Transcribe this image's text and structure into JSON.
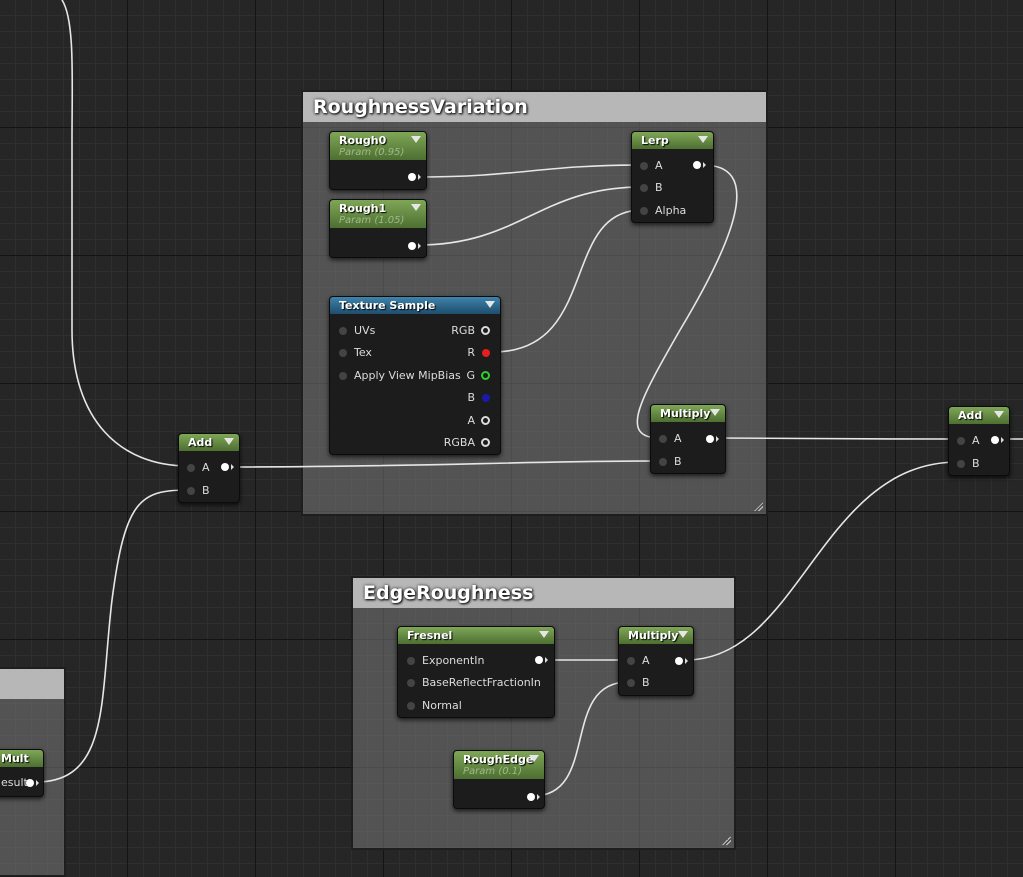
{
  "comments": {
    "roughness_variation": "RoughnessVariation",
    "edge_roughness": "EdgeRoughness",
    "partial_left": ""
  },
  "nodes": {
    "rough0": {
      "title": "Rough0",
      "subtitle": "Param (0.95)"
    },
    "rough1": {
      "title": "Rough1",
      "subtitle": "Param (1.05)"
    },
    "lerp": {
      "title": "Lerp",
      "pins": [
        "A",
        "B",
        "Alpha"
      ]
    },
    "texture_sample": {
      "title": "Texture Sample",
      "inputs": [
        "UVs",
        "Tex",
        "Apply View MipBias"
      ],
      "outputs": [
        "RGB",
        "R",
        "G",
        "B",
        "A",
        "RGBA"
      ]
    },
    "multiply1": {
      "title": "Multiply",
      "pins": [
        "A",
        "B"
      ]
    },
    "add_left": {
      "title": "Add",
      "pins": [
        "A",
        "B"
      ]
    },
    "add_right": {
      "title": "Add",
      "pins": [
        "A",
        "B"
      ]
    },
    "fresnel": {
      "title": "Fresnel",
      "inputs": [
        "ExponentIn",
        "BaseReflectFractionIn",
        "Normal"
      ]
    },
    "multiply2": {
      "title": "Multiply",
      "pins": [
        "A",
        "B"
      ]
    },
    "rough_edge": {
      "title": "RoughEdge",
      "subtitle": "Param (0.1)"
    },
    "mult_partial": {
      "title": "Mult",
      "output": "esult"
    }
  },
  "colors": {
    "param_header": "#6e9a45",
    "texture_header": "#2f6f96",
    "wire": "#e6e6e6",
    "red_pin": "#e51e1e",
    "green_pin": "#2ad22a",
    "blue_pin": "#1a1aa8"
  }
}
